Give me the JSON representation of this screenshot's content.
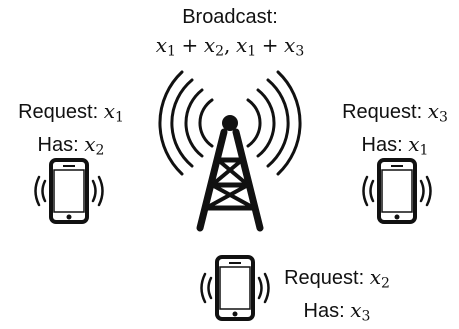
{
  "broadcast": {
    "title": "Broadcast:",
    "expr": {
      "a": "x",
      "a_sub": "1",
      "op1": "+",
      "b": "x",
      "b_sub": "2",
      "sep": ",",
      "c": "x",
      "c_sub": "1",
      "op2": "+",
      "d": "x",
      "d_sub": "3"
    }
  },
  "users": [
    {
      "request_label": "Request:",
      "request_var": "x",
      "request_sub": "1",
      "has_label": "Has:",
      "has_var": "x",
      "has_sub": "2"
    },
    {
      "request_label": "Request:",
      "request_var": "x",
      "request_sub": "3",
      "has_label": "Has:",
      "has_var": "x",
      "has_sub": "1"
    },
    {
      "request_label": "Request:",
      "request_var": "x",
      "request_sub": "2",
      "has_label": "Has:",
      "has_var": "x",
      "has_sub": "3"
    }
  ],
  "icons": {
    "tower": "broadcast-tower-icon",
    "phone": "smartphone-icon",
    "vibration": "vibration-waves-icon"
  },
  "colors": {
    "ink": "#111111"
  }
}
